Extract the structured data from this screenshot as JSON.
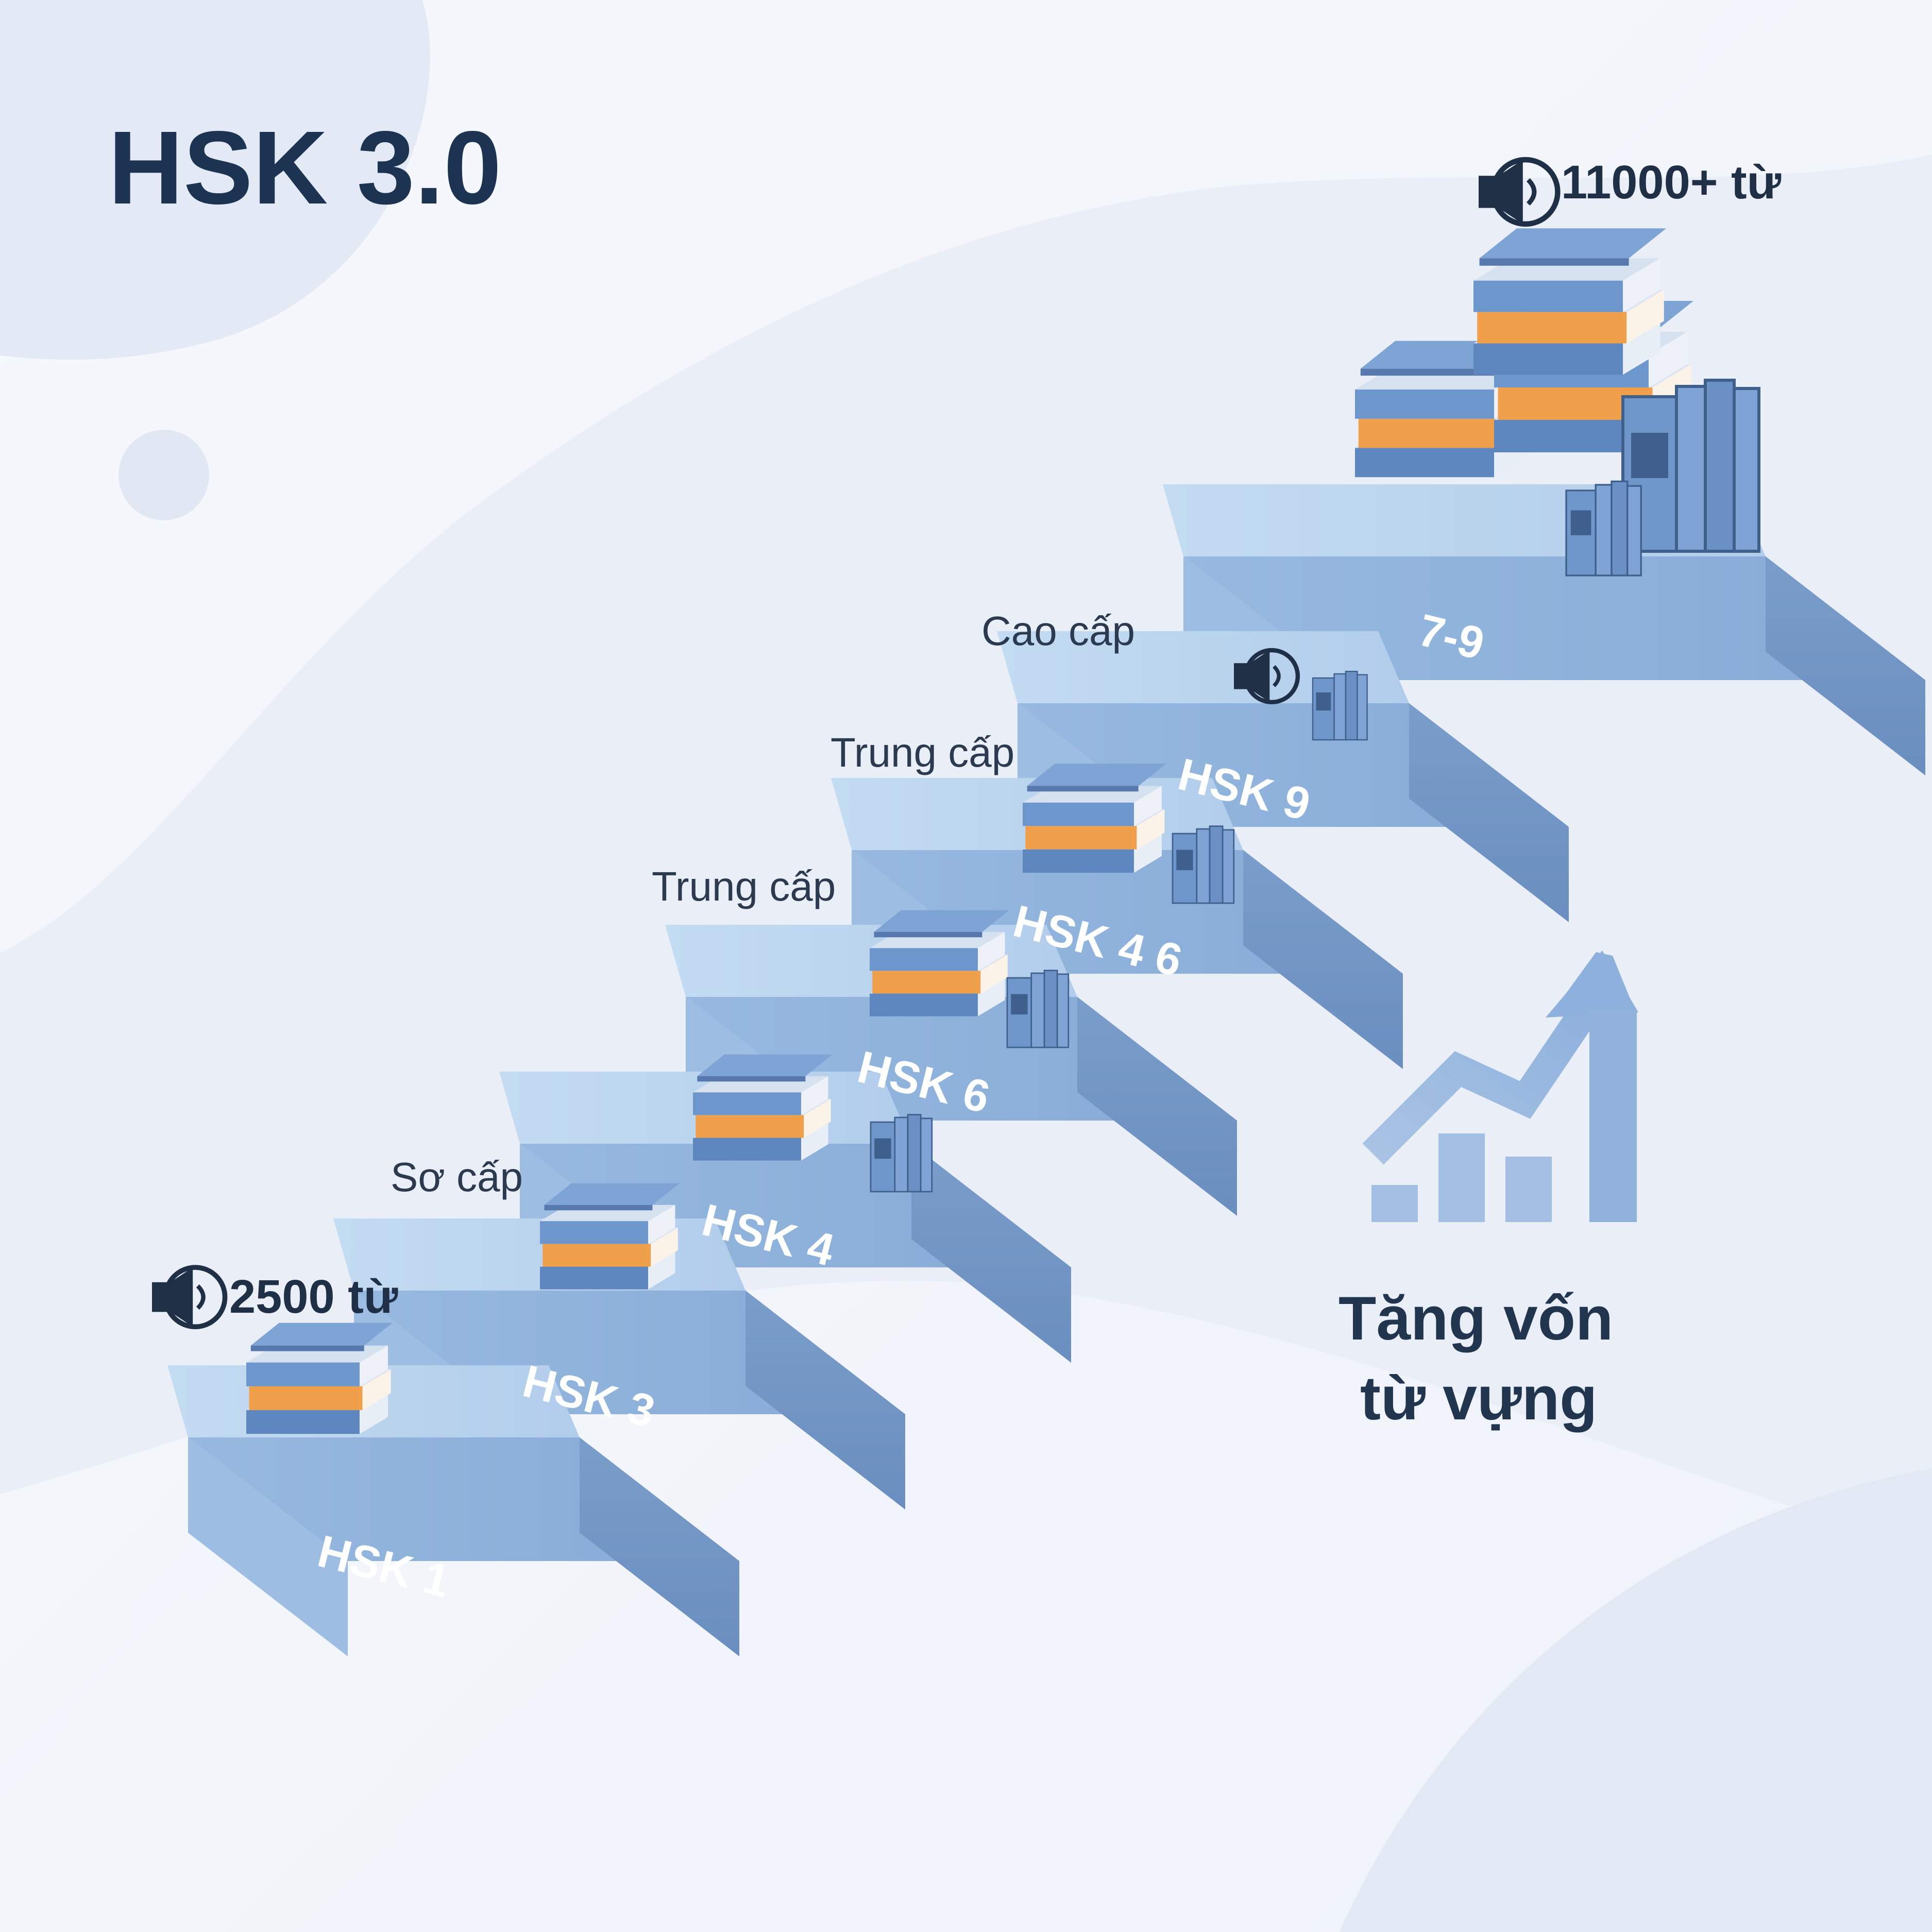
{
  "title": "HSK 3.0",
  "levels": [
    {
      "label": "HSK 1"
    },
    {
      "label": "HSK 3"
    },
    {
      "label": "HSK 4"
    },
    {
      "label": "HSK 6"
    },
    {
      "label": "HSK 4 6"
    },
    {
      "label": "HSK 9"
    },
    {
      "label": "7-9"
    }
  ],
  "categories": {
    "beginner": "Sơ cấp",
    "intermediate_1": "Trung cấp",
    "intermediate_2": "Trung cấp",
    "advanced": "Cao cấp"
  },
  "word_counts": {
    "start": "2500 từ",
    "end": "11000+ từ"
  },
  "slogan": {
    "line1": "Tăng vốn",
    "line2": "từ vựng"
  },
  "icons": {
    "speaker": "speaker-icon",
    "book": "book-stack-icon",
    "growth": "growth-chart-icon"
  },
  "colors": {
    "title": "#1c3352",
    "step_top": "#b9d4ee",
    "step_front": "#8fb2dc",
    "step_side": "#7196c4",
    "book_blue": "#6d96cc",
    "book_orange": "#f0a04a",
    "background": "#f1f4fa"
  }
}
